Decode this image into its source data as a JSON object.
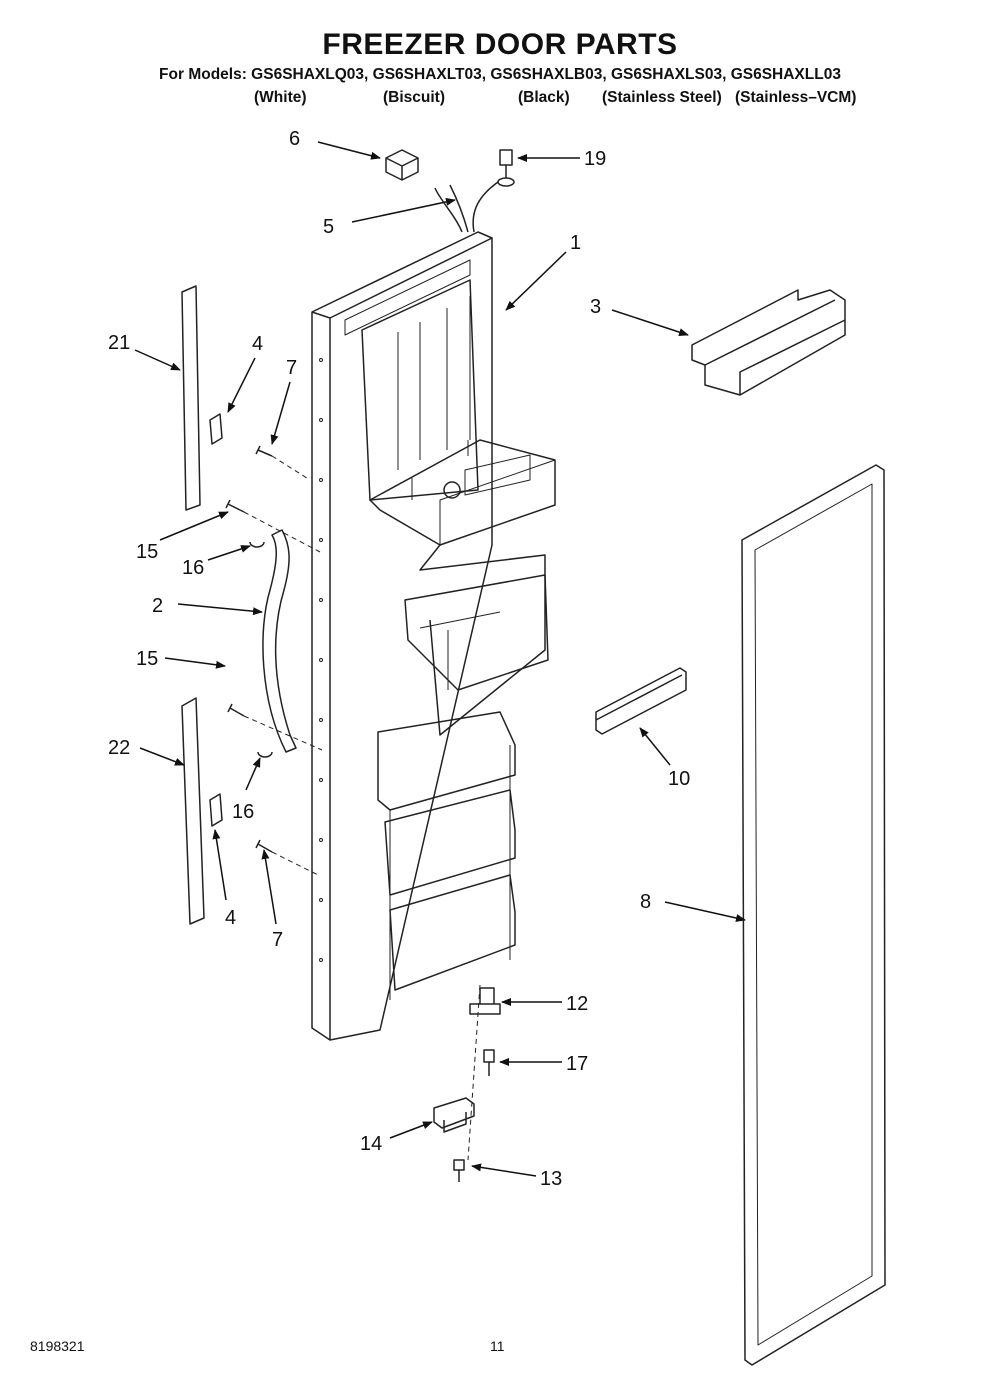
{
  "header": {
    "title": "FREEZER DOOR PARTS",
    "models_line": "For Models: GS6SHAXLQ03, GS6SHAXLT03, GS6SHAXLB03, GS6SHAXLS03, GS6SHAXLL03",
    "colors": [
      "(White)",
      "(Biscuit)",
      "(Black)",
      "(Stainless Steel)",
      "(Stainless–VCM)"
    ]
  },
  "callouts": {
    "c1": "1",
    "c2": "2",
    "c3": "3",
    "c4a": "4",
    "c4b": "4",
    "c5": "5",
    "c6": "6",
    "c7a": "7",
    "c7b": "7",
    "c8": "8",
    "c10": "10",
    "c12": "12",
    "c13": "13",
    "c14": "14",
    "c15a": "15",
    "c15b": "15",
    "c16a": "16",
    "c16b": "16",
    "c17": "17",
    "c19": "19",
    "c21": "21",
    "c22": "22"
  },
  "footer": {
    "doc_number": "8198321",
    "page_number": "11"
  }
}
